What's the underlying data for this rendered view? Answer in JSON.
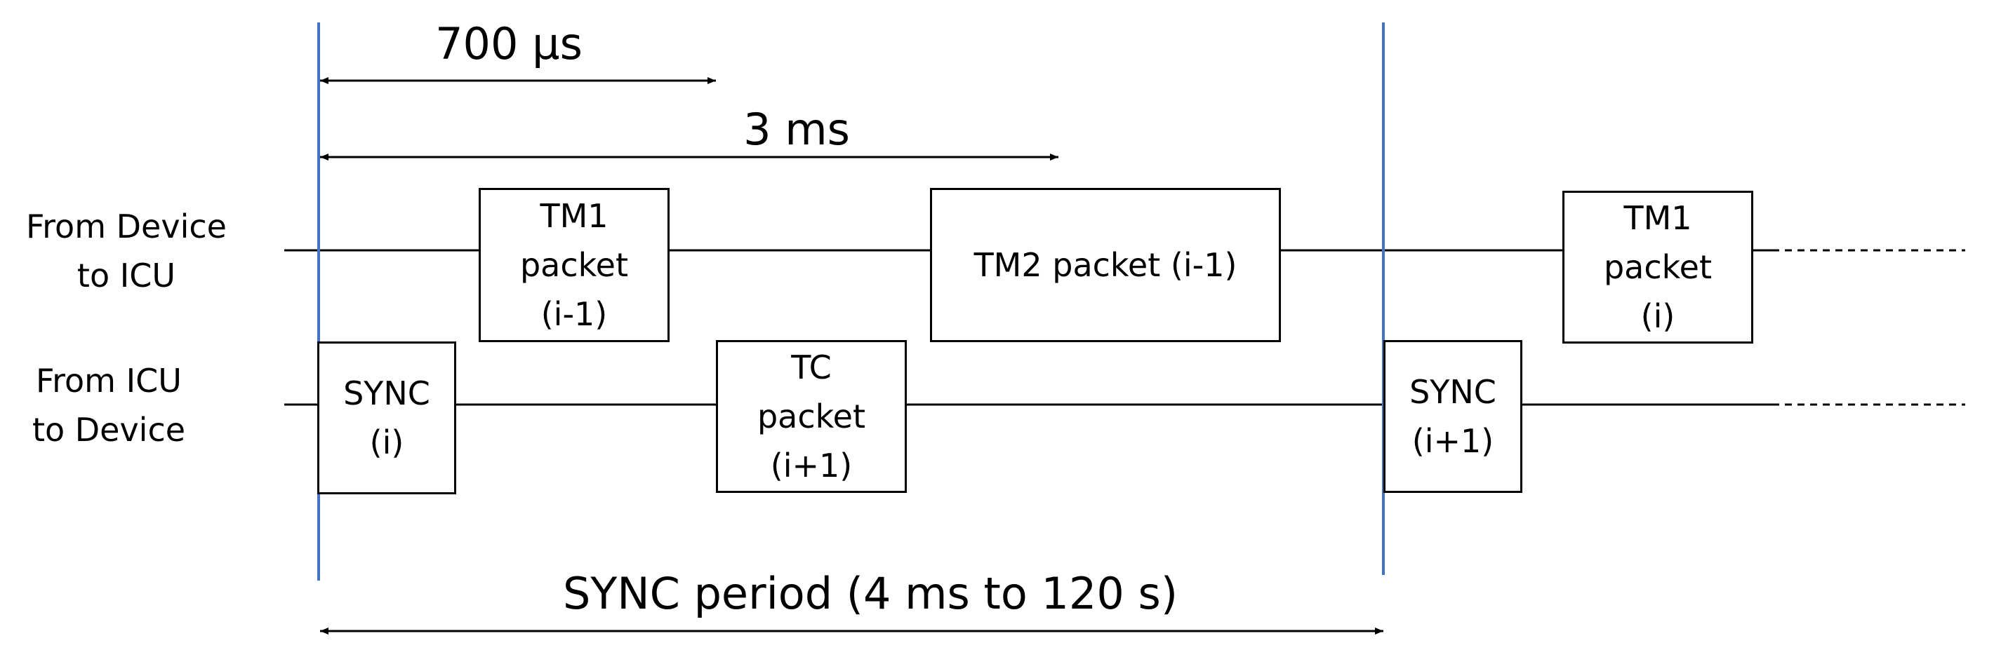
{
  "rows": {
    "upper_label": [
      "From Device",
      "to ICU"
    ],
    "lower_label": [
      "From ICU",
      "to Device"
    ]
  },
  "dimensions": {
    "d700": "700 µs",
    "d3": "3 ms",
    "sync_period": "SYNC period (4 ms to 120 s)"
  },
  "boxes": {
    "tm1_prev": [
      "TM1",
      "packet",
      "(i-1)"
    ],
    "tm2_prev": [
      "TM2 packet (i-1)"
    ],
    "tm1_cur": [
      "TM1",
      "packet",
      "(i)"
    ],
    "sync_i": [
      "SYNC",
      "(i)"
    ],
    "tc_next": [
      "TC",
      "packet",
      "(i+1)"
    ],
    "sync_next": [
      "SYNC",
      "(i+1)"
    ]
  },
  "colors": {
    "sync_marker": "#4472C4",
    "line": "#000000"
  }
}
